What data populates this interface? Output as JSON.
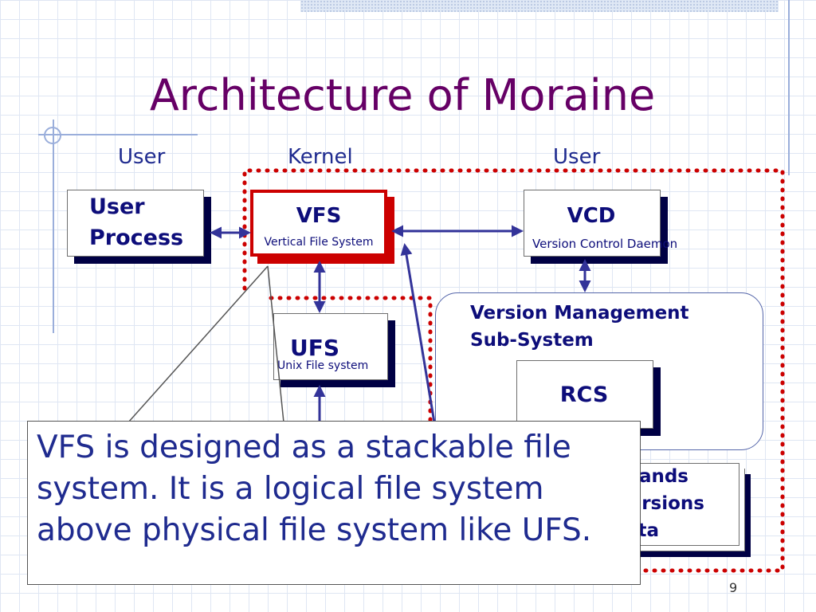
{
  "slide": {
    "title": "Architecture of Moraine",
    "page_number": "9"
  },
  "columns": {
    "left": "User",
    "center": "Kernel",
    "right": "User"
  },
  "boxes": {
    "user_process": {
      "title_line1": "User",
      "title_line2": "Process"
    },
    "vfs": {
      "title": "VFS",
      "subtitle": "Vertical File System"
    },
    "vcd": {
      "title": "VCD",
      "subtitle": "Version Control Daemon"
    },
    "ufs": {
      "title": "UFS",
      "subtitle": "Unix File system"
    },
    "vms": {
      "title_line1": "Version Management",
      "title_line2": "Sub-System"
    },
    "rcs": {
      "title": "RCS"
    },
    "partial": {
      "line1": "ands",
      "line2": "rsions",
      "line3": "ta"
    }
  },
  "callout": {
    "text": "VFS is designed as a stackable file system. It is a logical file system above physical file system like UFS."
  },
  "colors": {
    "title": "#660066",
    "text": "#1f2b8f",
    "dark_text": "#0d0d7a",
    "dotted_border": "#cc0000",
    "arrows": "#333399"
  }
}
